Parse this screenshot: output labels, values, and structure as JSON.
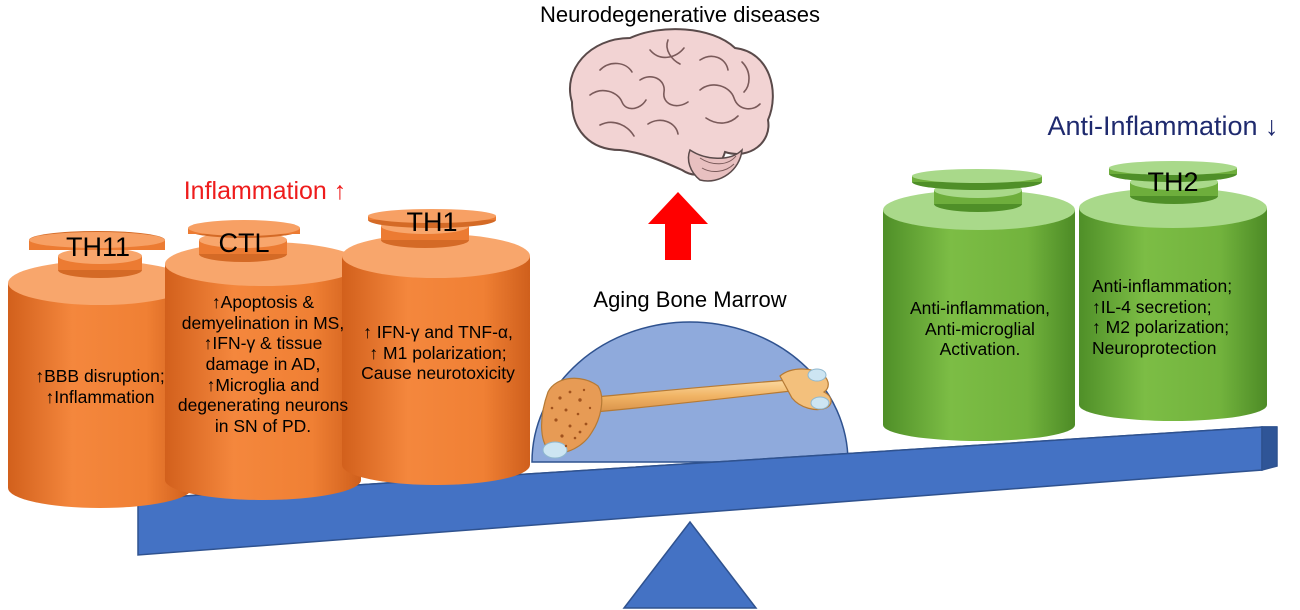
{
  "top_label": "Neurodegenerative diseases",
  "center_label": "Aging Bone Marrow",
  "inflammation": {
    "heading": "Inflammation ↑",
    "color": "#ee1c1c",
    "weights": [
      {
        "label": "TH11",
        "lines": [
          "↑BBB disruption;",
          "↑Inflammation"
        ]
      },
      {
        "label": "CTL",
        "lines": [
          "↑Apoptosis &",
          "demyelination in MS,",
          "↑IFN-γ & tissue",
          "damage in AD,",
          "↑Microglia and",
          "degenerating neurons",
          "in SN of PD."
        ]
      },
      {
        "label": "TH1",
        "lines": [
          "↑ IFN-γ and TNF-α,",
          "↑ M1 polarization;",
          "Cause neurotoxicity"
        ]
      }
    ]
  },
  "anti_inflammation": {
    "heading": "Anti-Inflammation ↓",
    "color": "#1f2a6e",
    "weights": [
      {
        "label": "",
        "lines": [
          "Anti-inflammation,",
          "Anti-microglial",
          "Activation."
        ]
      },
      {
        "label": "TH2",
        "lines": [
          "Anti-inflammation;",
          "↑IL-4 secretion;",
          "↑ M2 polarization;",
          "Neuroprotection"
        ]
      }
    ]
  },
  "colors": {
    "orange": "#ee7b30",
    "green": "#6fb33c",
    "beam": "#4472c4",
    "dome": "#8faadc",
    "arrow": "#ff0000",
    "brain": "#f2d3d3"
  }
}
